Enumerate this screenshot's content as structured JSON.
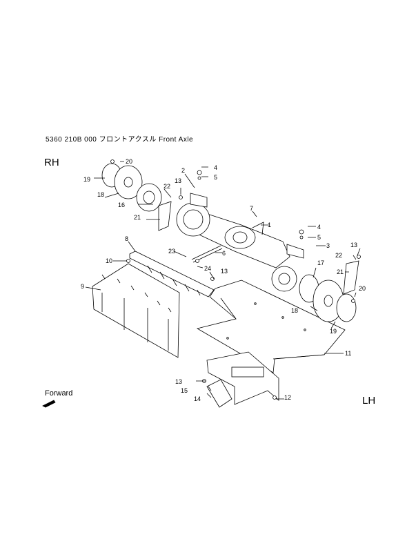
{
  "title": "5360  210B  000  フロントアクスル  Front  Axle",
  "side_right": "RH",
  "side_left": "LH",
  "forward_label": "Forward",
  "callouts": [
    "1",
    "2",
    "3",
    "4",
    "5",
    "4",
    "5",
    "6",
    "7",
    "8",
    "9",
    "10",
    "11",
    "12",
    "13",
    "13",
    "13",
    "13",
    "14",
    "15",
    "16",
    "17",
    "18",
    "18",
    "19",
    "19",
    "20",
    "20",
    "21",
    "21",
    "22",
    "22",
    "23",
    "24"
  ]
}
